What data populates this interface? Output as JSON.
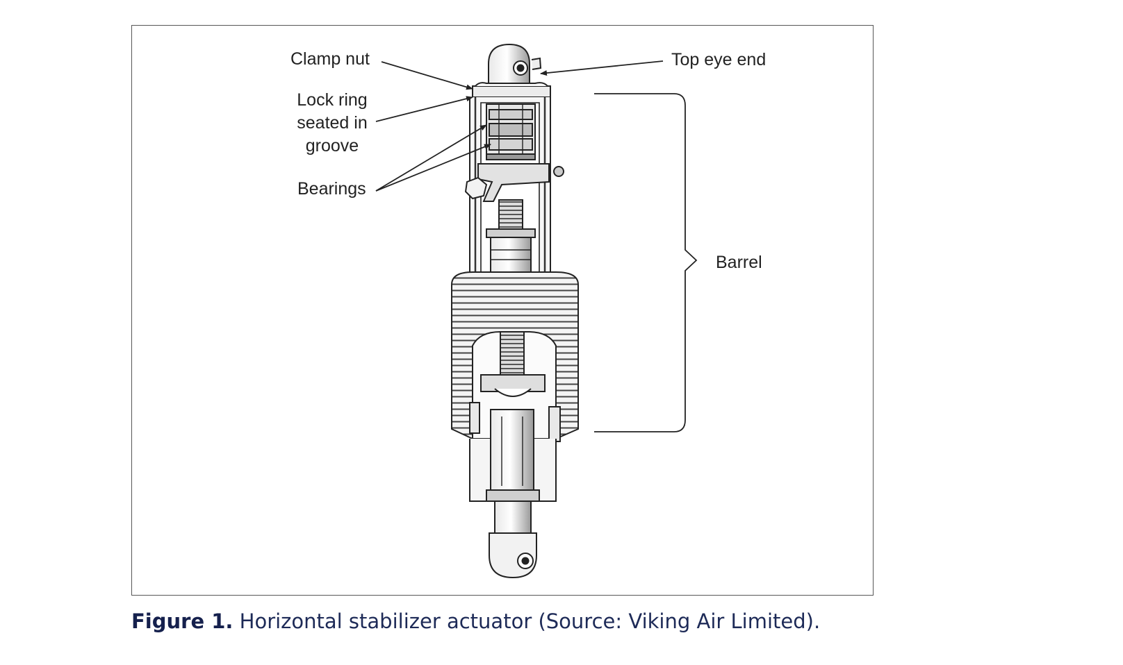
{
  "figure": {
    "callouts": {
      "clamp_nut": "Clamp nut",
      "lock_ring_1": "Lock ring",
      "lock_ring_2": "seated in",
      "lock_ring_3": "groove",
      "bearings": "Bearings",
      "top_eye_end": "Top eye end",
      "barrel": "Barrel"
    }
  },
  "caption": {
    "label": "Figure 1.",
    "text": " Horizontal stabilizer actuator (Source: Viking Air Limited)."
  }
}
